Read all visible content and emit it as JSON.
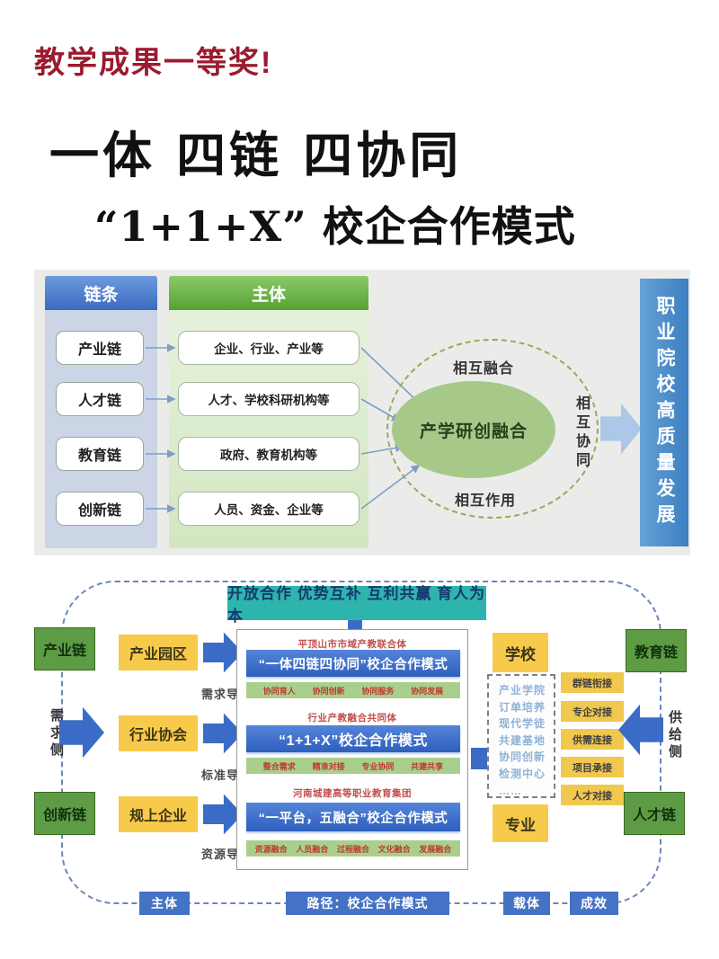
{
  "header": {
    "award": "教学成果一等奖!",
    "title_line1": "一体 四链 四协同",
    "title_line2": "“1+1+X” 校企合作模式"
  },
  "top_diagram": {
    "chains_header": "链条",
    "chains": [
      "产业链",
      "人才链",
      "教育链",
      "创新链"
    ],
    "subjects_header": "主体",
    "subjects": [
      "企业、行业、产业等",
      "人才、学校科研机构等",
      "政府、教育机构等",
      "人员、资金、企业等"
    ],
    "ellipse": {
      "center": "产学研创融合",
      "top": "相互融合",
      "right": "相互协同",
      "bottom": "相互作用"
    },
    "outcome": "职业院校高质量发展"
  },
  "bottom_diagram": {
    "banner": "开放合作  优势互补  互利共赢  育人为本",
    "left_chains": {
      "top": "产业链",
      "bottom": "创新链",
      "side": "需求侧"
    },
    "right_chains": {
      "top": "教育链",
      "bottom": "人才链",
      "side": "供给侧"
    },
    "sources": [
      "产业园区",
      "行业协会",
      "规上企业"
    ],
    "imports": [
      "需求导入",
      "标准导入",
      "资源导入"
    ],
    "models": [
      {
        "org": "平顶山市市域产教联合体",
        "model": "“一体四链四协同”校企合作模式",
        "tags": [
          "协同育人",
          "协同创新",
          "协同服务",
          "协同发展"
        ]
      },
      {
        "org": "行业产教融合共同体",
        "model": "“1+1+X”校企合作模式",
        "tags": [
          "整合需求",
          "精准对接",
          "专业协同",
          "共建共享"
        ]
      },
      {
        "org": "河南城建高等职业教育集团",
        "model": "“一平台，五融合”校企合作模式",
        "tags": [
          "资源融合",
          "人员融合",
          "过程融合",
          "文化融合",
          "发展融合"
        ]
      }
    ],
    "school": "学校",
    "major": "专业",
    "carrier_items": [
      "产业学院",
      "订单培养",
      "现代学徒",
      "共建基地",
      "协同创新",
      "检测中心",
      "……"
    ],
    "links": [
      "群链衔接",
      "专企对接",
      "供需连接",
      "项目承接",
      "人才对接"
    ],
    "footer": [
      "主体",
      "路径：校企合作模式",
      "载体",
      "成效"
    ]
  },
  "colors": {
    "award_red": "#9b1b2f",
    "header_blue": "#3a6cc0",
    "header_green": "#55a233",
    "banner_teal": "#2db5ad",
    "arrow_blue": "#3a6cc7",
    "chain_green": "#5d9c45",
    "source_yellow": "#f7ca4b",
    "model_bar_blue": "#2e5fbd",
    "tag_green": "#a9cf8f",
    "tag_red": "#c0392b",
    "outcome_blue": "#3c7ec1"
  }
}
